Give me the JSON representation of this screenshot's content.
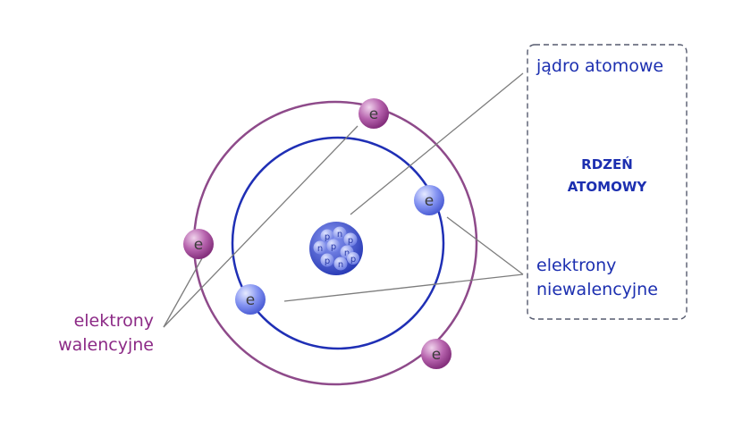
{
  "labels": {
    "nucleus": "jądro atomowe",
    "core_line1": "RDZEŃ",
    "core_line2": "ATOMOWY",
    "nonvalence_line1": "elektrony",
    "nonvalence_line2": "niewalencyjne",
    "valence_line1": "elektrony",
    "valence_line2": "walencyjne"
  },
  "electron_symbol": "e",
  "nucleon_symbols": {
    "proton": "p",
    "neutron": "n"
  },
  "colors": {
    "inner_orbit": "#1f2fb5",
    "outer_orbit": "#8e4a8a",
    "inner_electron": "#7b8cf0",
    "outer_electron": "#a64fa0",
    "nucleus": "#3648c8",
    "leader_line": "#8a8a8a",
    "core_box": "#555a6e",
    "blue_text": "#1c2fb0",
    "purple_text": "#8c2a86"
  }
}
